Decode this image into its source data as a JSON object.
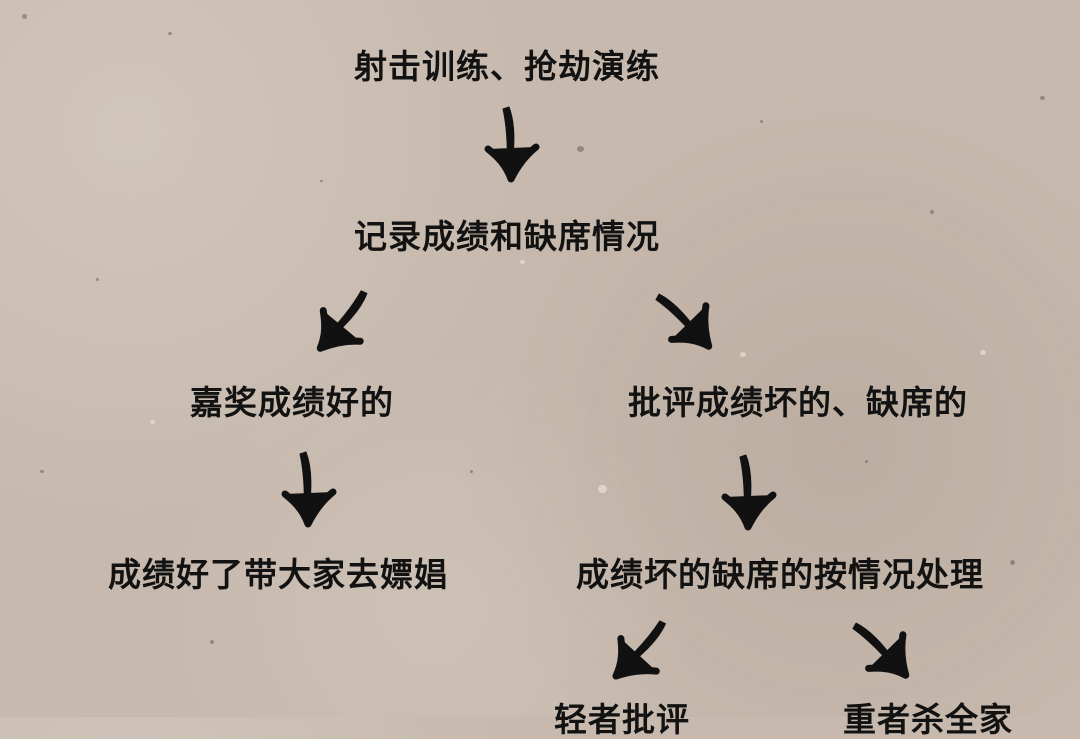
{
  "diagram": {
    "nodes": {
      "root": "射击训练、抢劫演练",
      "record": "记录成绩和缺席情况",
      "reward": "嘉奖成绩好的",
      "criticize": "批评成绩坏的、缺席的",
      "reward_action": "成绩好了带大家去嫖娼",
      "handle": "成绩坏的缺席的按情况处理",
      "light_case": "轻者批评",
      "heavy_case": "重者杀全家"
    },
    "edges": [
      {
        "from": "root",
        "to": "record"
      },
      {
        "from": "record",
        "to": "reward"
      },
      {
        "from": "record",
        "to": "criticize"
      },
      {
        "from": "reward",
        "to": "reward_action"
      },
      {
        "from": "criticize",
        "to": "handle"
      },
      {
        "from": "handle",
        "to": "light_case"
      },
      {
        "from": "handle",
        "to": "heavy_case"
      }
    ],
    "colors": {
      "background": "#c7b9ad",
      "ink": "#121212"
    }
  }
}
